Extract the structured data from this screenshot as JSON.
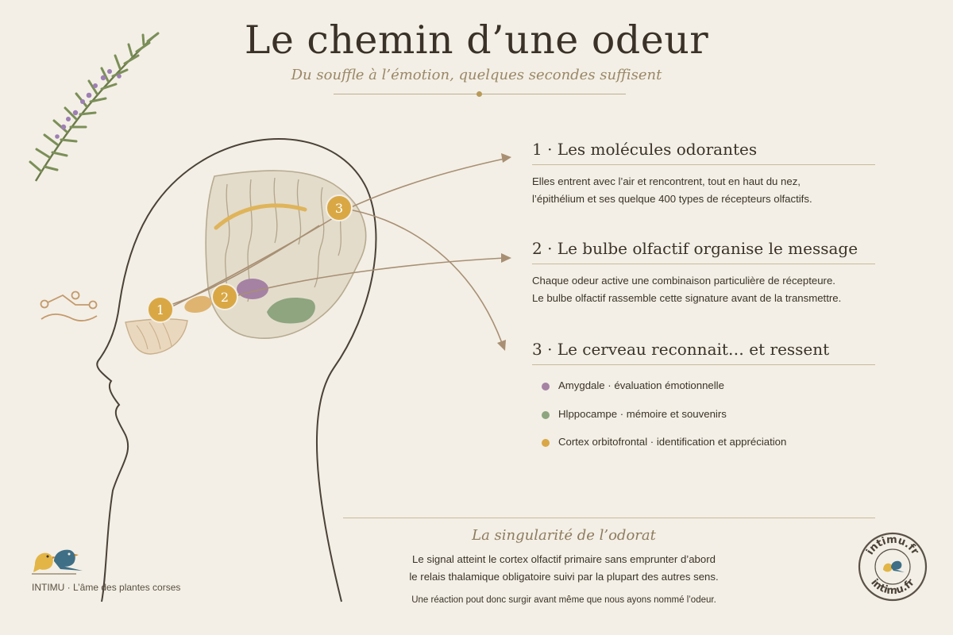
{
  "header": {
    "title": "Le chemin d’une odeur",
    "subtitle": "Du souffle à l’émotion, quelques secondes suffisent"
  },
  "markers": [
    "1",
    "2",
    "3"
  ],
  "steps": [
    {
      "heading": "1 · Les molécules odorantes",
      "lines": [
        "Elles entrent avec l’air et rencontrent, tout en haut du nez,",
        "l’épithélium et ses quelque 400 types de récepteurs olfactifs."
      ]
    },
    {
      "heading": "2 · Le bulbe olfactif organise le message",
      "lines": [
        "Chaque odeur active une combinaison particulière de récepteure.",
        "Le bulbe olfactif rassemble cette signature avant de la transmettre."
      ]
    },
    {
      "heading": "3 · Le cerveau reconnait… et ressent",
      "legend": [
        {
          "label": "Amygdale · évaluation émotionnelle",
          "color": "#a582a4"
        },
        {
          "label": "Hlppocampe · mémoire et souvenirs",
          "color": "#8ea57f"
        },
        {
          "label": "Cortex orbitofrontal · identification et appréciation",
          "color": "#d9a845"
        }
      ]
    }
  ],
  "singularity": {
    "title": "La singularité de l’odorat",
    "lines": [
      "Le signal atteint le cortex olfactif primaire sans emprunter d’abord",
      "le relais thalamique obligatoire suivi par la plupart des autres sens."
    ],
    "note": "Une réaction pout donc surgir avant même que nous ayons nommé l’odeur."
  },
  "footer": {
    "brand": "INTIMU · L’âme des plantes corses",
    "stamp_text": "intimu.fr"
  },
  "colors": {
    "background": "#f3efe6",
    "marker": "#d9a845",
    "amygdala": "#a582a4",
    "hippocampus": "#8ea57f",
    "brain_fill": "#e3dccb",
    "arrow": "#a88f73",
    "outline": "#4a4238"
  },
  "icons": [
    "rosemary-sprig-icon",
    "molecule-icon",
    "birds-logo-icon",
    "intimu-stamp-icon"
  ]
}
